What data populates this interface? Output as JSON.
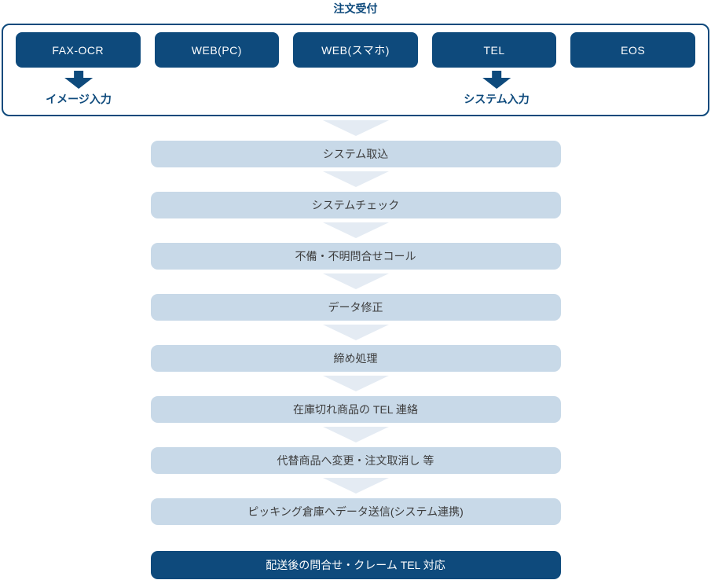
{
  "title": "注文受付",
  "channels": {
    "buttons": [
      "FAX-OCR",
      "WEB(PC)",
      "WEB(スマホ)",
      "TEL",
      "EOS"
    ],
    "outputs": [
      {
        "label": "イメージ入力",
        "under": "FAX-OCR"
      },
      {
        "label": "システム入力",
        "under": "TEL"
      }
    ]
  },
  "flow": {
    "steps": [
      "システム取込",
      "システムチェック",
      "不備・不明問合せコール",
      "データ修正",
      "締め処理",
      "在庫切れ商品の TEL 連絡",
      "代替商品へ変更・注文取消し 等",
      "ピッキング倉庫へデータ送信(システム連携)"
    ],
    "final_step": "配送後の問合せ・クレーム TEL 対応"
  },
  "colors": {
    "dark_blue": "#0e4a7c",
    "light_blue_step": "#c8d9e8",
    "chevron": "#e4ebf3",
    "step_text": "#3d3d3d",
    "button_text": "#ffffff"
  }
}
